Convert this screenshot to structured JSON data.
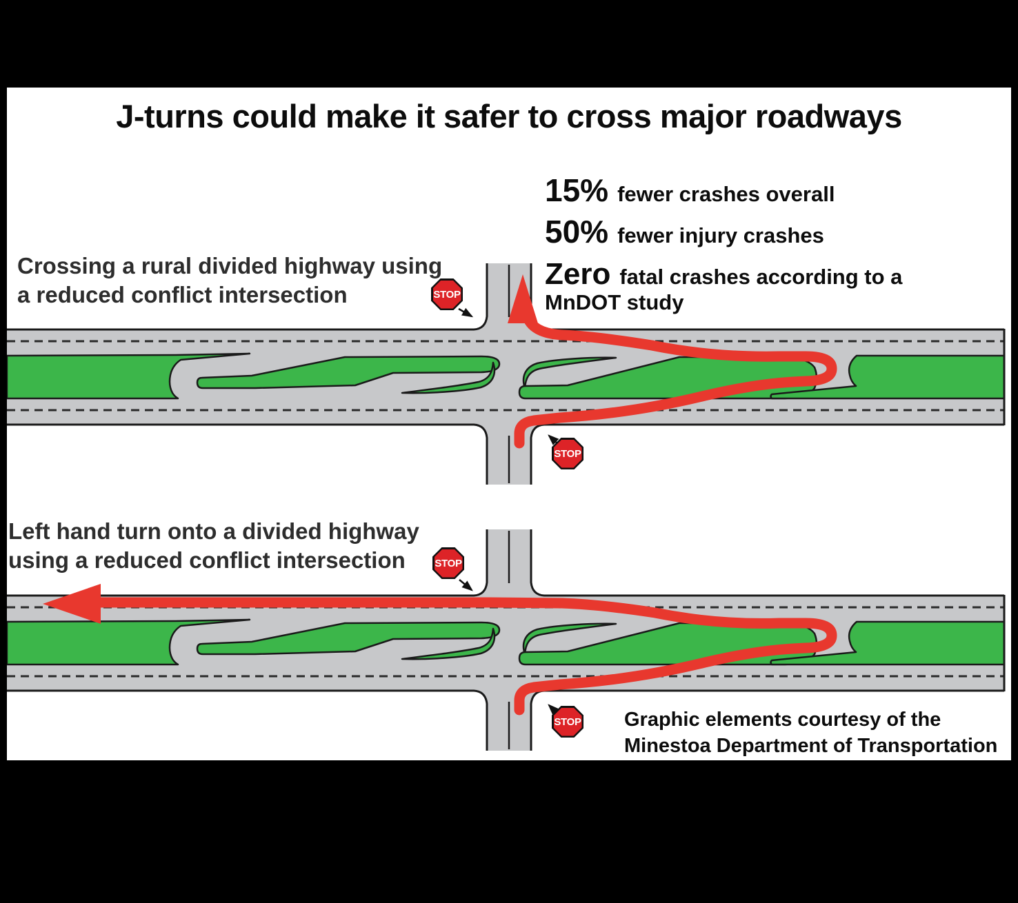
{
  "title": "J-turns could make it safer to cross major roadways",
  "stats": [
    {
      "value": "15%",
      "text": "fewer crashes overall"
    },
    {
      "value": "50%",
      "text": "fewer injury crashes"
    },
    {
      "value": "Zero",
      "text": "fatal crashes according to a MnDOT study"
    }
  ],
  "diagram_1": {
    "label_line1": "Crossing a rural divided highway using",
    "label_line2": "a reduced conflict intersection"
  },
  "diagram_2": {
    "label_line1": "Left hand turn onto a divided highway",
    "label_line2": "using a reduced conflict intersection"
  },
  "stop_sign": {
    "label": "STOP"
  },
  "credit_line1": "Graphic elements courtesy of the",
  "credit_line2": "Minestoa Department of Transportation",
  "colors": {
    "frame_black": "#000000",
    "canvas_white": "#ffffff",
    "road_gray": "#C7C8CA",
    "median_green": "#3CB64A",
    "route_red": "#E8382E",
    "stop_sign_red": "#DD2327",
    "outline_black": "#1a1a1a"
  }
}
